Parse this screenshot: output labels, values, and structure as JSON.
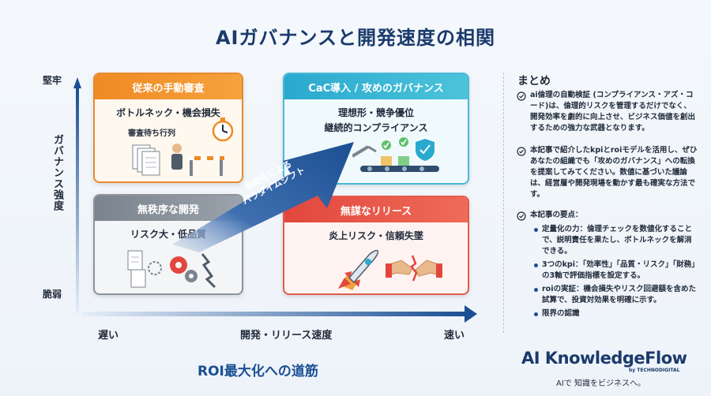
{
  "title": "AIガバナンスと開発速度の相関",
  "y_axis": {
    "top": "堅牢",
    "bottom": "脆弱",
    "label": "ガバナンス強度"
  },
  "x_axis": {
    "left": "遅い",
    "label": "開発・リリース速度",
    "right": "速い"
  },
  "roi_caption": "ROI最大化への道筋",
  "quadrants": {
    "top_left": {
      "title": "従来の手動審査",
      "subtitle": "ボトルネック・機会損失",
      "caption": "審査待ち行列"
    },
    "top_right": {
      "title": "CaC導入 / 攻めのガバナンス",
      "subtitle": "理想形・競争優位",
      "subtitle2": "継続的コンプライアンス"
    },
    "bottom_left": {
      "title": "無秩序な開発",
      "subtitle": "リスク大・低品質"
    },
    "bottom_right": {
      "title": "無謀なリリース",
      "subtitle": "炎上リスク・信頼失墜"
    }
  },
  "arrow": {
    "line1": "自動化による",
    "line2": "パラダイムシフト"
  },
  "summary": {
    "heading": "まとめ",
    "bullets": [
      "ai倫理の自動検証 (コンプライアンス・アズ・コード)は、倫理的リスクを管理するだけでなく、開発効率を劇的に向上させ、ビジネス価値を創出するための強力な武器となります。",
      "本記事で紹介したkpiとroiモデルを活用し、ぜひあなたの組織でも「攻めのガバナンス」への転換を提案してみてください。数値に基づいた議論は、経営層や開発現場を動かす最も確実な方法です。",
      "本記事の要点："
    ],
    "points": [
      "定量化の力：倫理チェックを数値化することで、説明責任を果たし、ボトルネックを解消できる。",
      "3つのkpi：「効率性」「品質・リスク」「財務」の3軸で評価指標を設定する。",
      "roiの実証：機会損失やリスク回避額を含めた試算で、投資対効果を明確に示す。",
      "限界の認識"
    ]
  },
  "brand": {
    "name": "AI KnowledgeFlow",
    "by": "by TECHNODIGITAL",
    "tagline": "AIで 知識をビジネスへ。"
  },
  "colors": {
    "title": "#1b3a6b",
    "orange": "#f08a24",
    "cyan": "#2aa9cf",
    "gray": "#7b848e",
    "red": "#e2473d",
    "axis_blue": "#1b4f93"
  }
}
